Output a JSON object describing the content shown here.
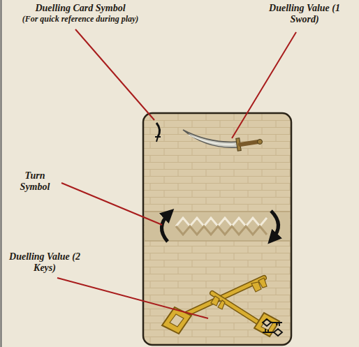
{
  "diagram": {
    "labels": [
      "Duelling Card Symbol",
      "(For quick reference during play)",
      "Duelling Value (1 Sword)",
      "Turn Symbol",
      "Duelling Value (2 Keys)"
    ]
  }
}
